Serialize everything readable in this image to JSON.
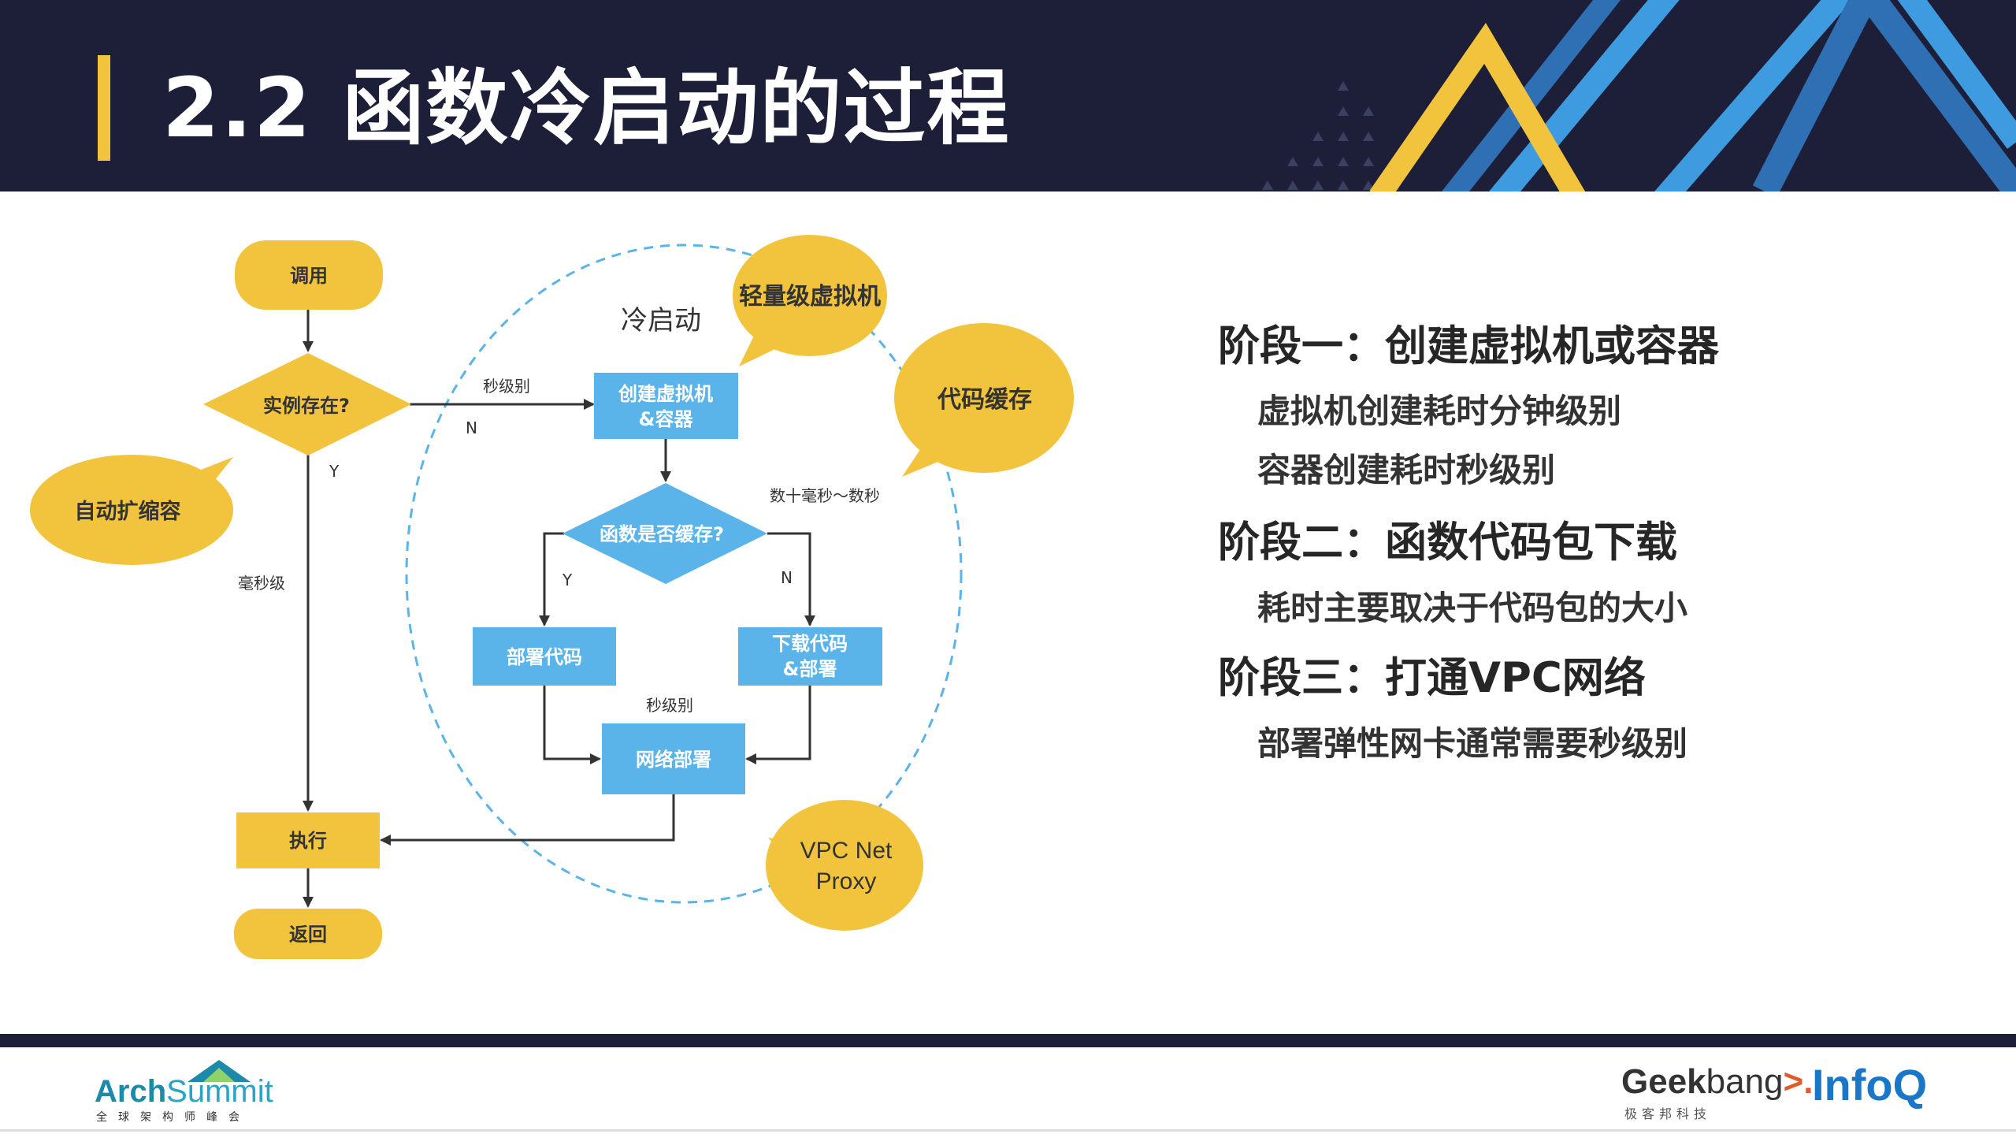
{
  "header": {
    "title": "2.2 函数冷启动的过程"
  },
  "diagram": {
    "region_label": "冷启动",
    "nodes": {
      "invoke": "调用",
      "instance_exists": "实例存在?",
      "create_vm": [
        "创建虚拟机",
        "&容器"
      ],
      "is_cached": "函数是否缓存?",
      "deploy_code": "部署代码",
      "download_code": [
        "下载代码",
        "&部署"
      ],
      "network_deploy": "网络部署",
      "execute": "执行",
      "return": "返回"
    },
    "edge_labels": {
      "second_level_top": "秒级别",
      "n_top": "N",
      "y_left": "Y",
      "millisecond": "毫秒级",
      "tens_ms": "数十毫秒～数秒",
      "y_cache": "Y",
      "n_cache": "N",
      "second_level_bottom": "秒级别"
    },
    "bubbles": {
      "lightweight_vm": "轻量级虚拟机",
      "code_cache": "代码缓存",
      "autoscale": "自动扩缩容",
      "vpc_proxy": [
        "VPC Net",
        "Proxy"
      ]
    },
    "colors": {
      "yellow": "#f2c43d",
      "blue": "#5ab4ea",
      "dashed": "#5ab4ea",
      "arrow": "#333333"
    }
  },
  "stages": [
    {
      "title": "阶段一：创建虚拟机或容器",
      "details": [
        "虚拟机创建耗时分钟级别",
        "容器创建耗时秒级别"
      ]
    },
    {
      "title": "阶段二：函数代码包下载",
      "details": [
        "耗时主要取决于代码包的大小"
      ]
    },
    {
      "title": "阶段三：打通VPC网络",
      "details": [
        "部署弹性网卡通常需要秒级别"
      ]
    }
  ],
  "footer": {
    "arch_logo_1": "Arch",
    "arch_logo_2": "Summit",
    "arch_sub": "全球架构师峰会",
    "geek_logo_1": "Geek",
    "geek_logo_2": "bang",
    "geek_arrow": ">.",
    "geek_sub": "极客邦科技",
    "infoq_logo": "InfoQ"
  }
}
